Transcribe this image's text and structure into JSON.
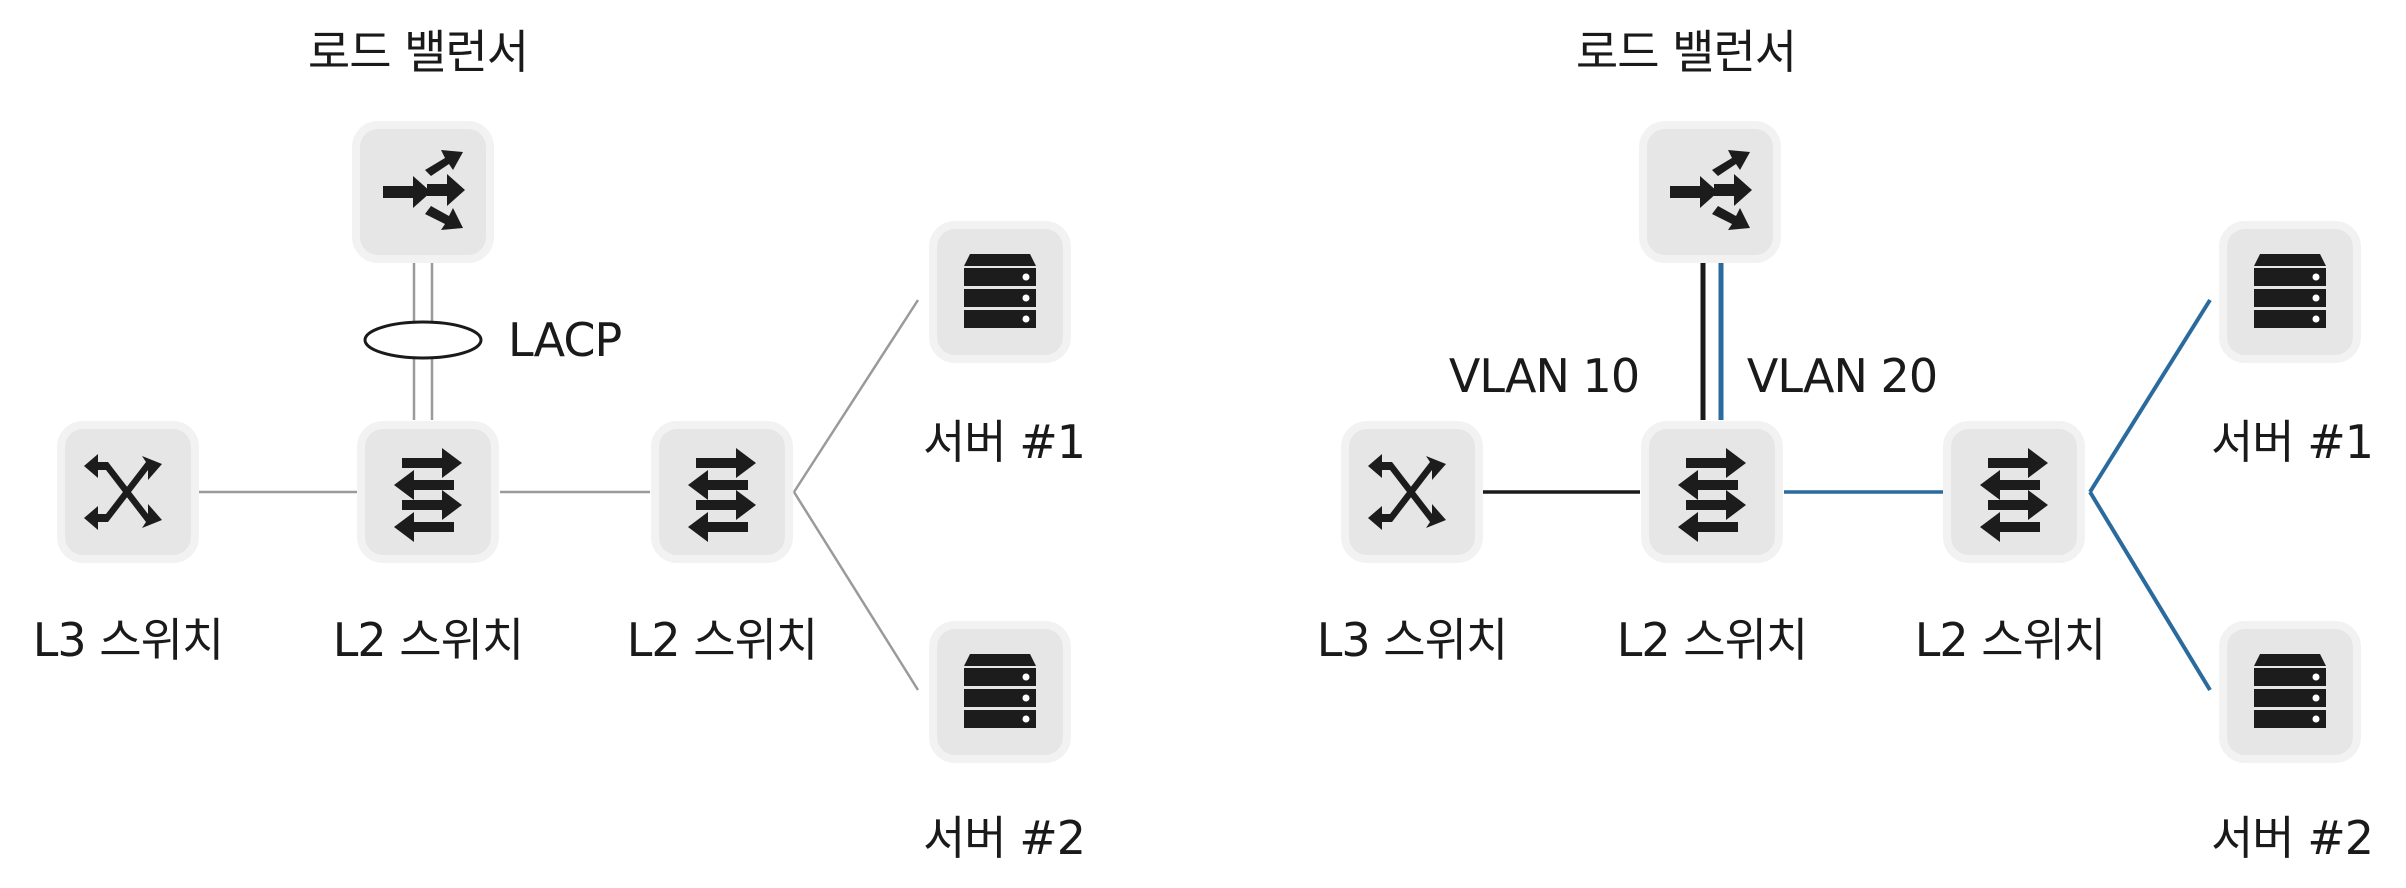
{
  "colors": {
    "line_gray": "#9a9a9a",
    "line_black": "#1a1a1a",
    "line_blue": "#2a6a9c",
    "icon_fill": "#1c1c1c",
    "tile_fill": "#e6e6e6",
    "tile_border": "#f2f2f2"
  },
  "left": {
    "load_balancer_label": "로드 밸런서",
    "lacp_label": "LACP",
    "l3_switch_label": "L3 스위치",
    "l2_switch_a_label": "L2 스위치",
    "l2_switch_b_label": "L2 스위치",
    "server1_label": "서버 #1",
    "server2_label": "서버 #2"
  },
  "right": {
    "load_balancer_label": "로드 밸런서",
    "vlan10_label": "VLAN 10",
    "vlan20_label": "VLAN 20",
    "l3_switch_label": "L3 스위치",
    "l2_switch_a_label": "L2 스위치",
    "l2_switch_b_label": "L2 스위치",
    "server1_label": "서버 #1",
    "server2_label": "서버 #2"
  }
}
